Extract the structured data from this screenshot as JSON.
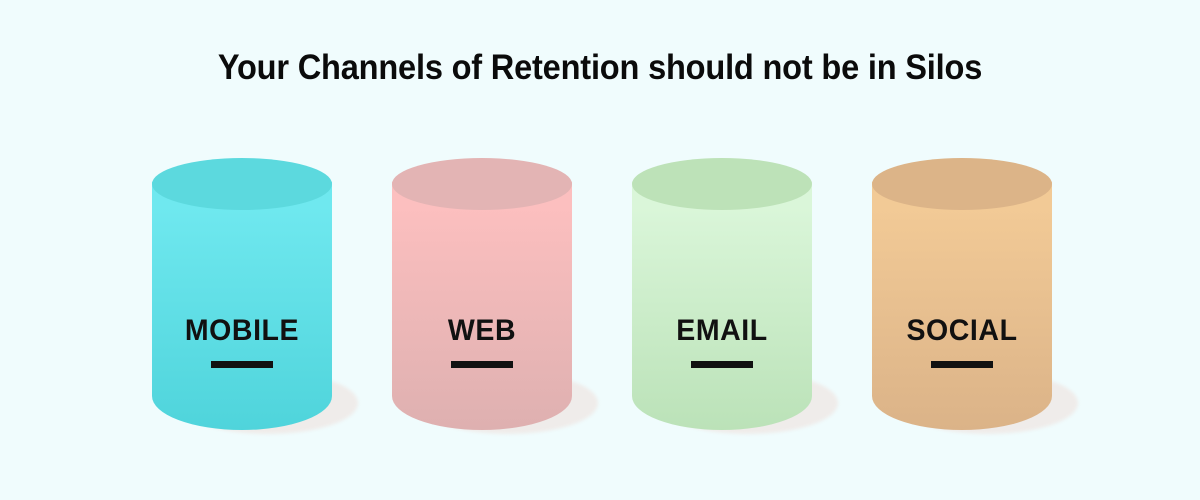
{
  "page": {
    "background_color": "#F0FCFD",
    "title": "Your Channels of Retention should not be in Silos"
  },
  "chart_data": {
    "type": "diagram",
    "title": "Your Channels of Retention should not be in Silos",
    "categories": [
      "MOBILE",
      "WEB",
      "EMAIL",
      "SOCIAL"
    ],
    "values": [
      1,
      1,
      1,
      1
    ],
    "xlabel": "",
    "ylabel": "",
    "legend": "none",
    "grid": false,
    "annotation": "Four equal-height cylinders (silos), one per retention channel"
  },
  "silos": [
    {
      "label": "MOBILE",
      "top_color": "#5CD9DE",
      "body_top_color": "#6FE8EF",
      "body_bottom_color": "#4FD4DB",
      "shadow_color": "#EFECEA"
    },
    {
      "label": "WEB",
      "top_color": "#E3B4B4",
      "body_top_color": "#FCBFBF",
      "body_bottom_color": "#DEB0B0",
      "shadow_color": "#EFECEA"
    },
    {
      "label": "EMAIL",
      "top_color": "#BDE2B8",
      "body_top_color": "#DAF6D9",
      "body_bottom_color": "#BBE2B8",
      "shadow_color": "#EFECEA"
    },
    {
      "label": "SOCIAL",
      "top_color": "#DCB488",
      "body_top_color": "#F2CA96",
      "body_bottom_color": "#DBB388",
      "shadow_color": "#EFECEA"
    }
  ]
}
